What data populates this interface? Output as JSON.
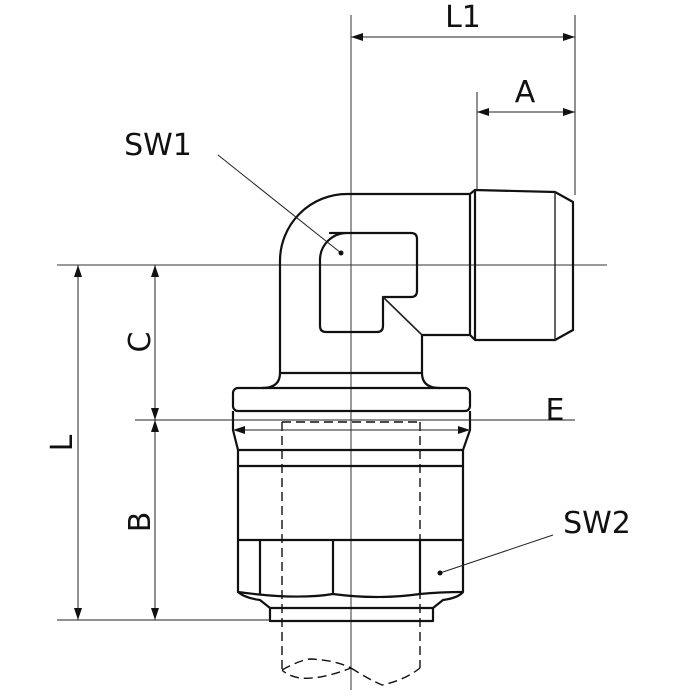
{
  "drawing": {
    "labels": {
      "L1": "L1",
      "A": "A",
      "SW1": "SW1",
      "SW2": "SW2",
      "E": "E",
      "L": "L",
      "C": "C",
      "B": "B"
    },
    "line_color": "#111111"
  }
}
